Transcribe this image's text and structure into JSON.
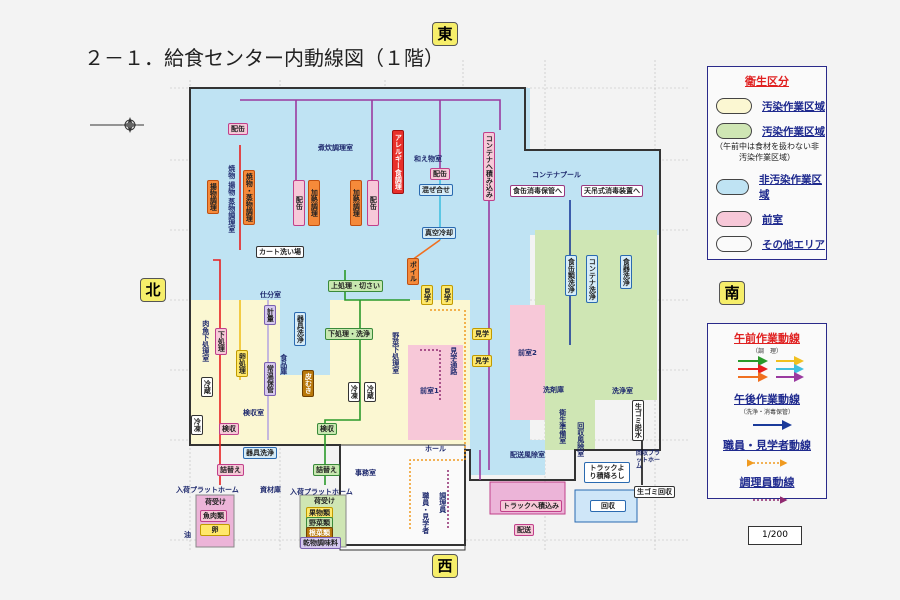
{
  "title": "２－１．給食センター内動線図（１階）",
  "directions": {
    "east": "東",
    "north": "北",
    "south": "南",
    "west": "西"
  },
  "scale": "1/200",
  "legend_zones": {
    "title": "衛生区分",
    "items": [
      {
        "label": "汚染作業区域",
        "color": "#fbf7d2"
      },
      {
        "label": "汚染作業区域",
        "color": "#cfe6b4",
        "note": "（午前中は食材を扱わない非汚染作業区域）"
      },
      {
        "label": "非汚染作業区域",
        "color": "#bfe3f3"
      },
      {
        "label": "前室",
        "color": "#f7c8d8"
      },
      {
        "label": "その他エリア",
        "color": "#fafafa"
      }
    ]
  },
  "legend_flows": {
    "am_title": "午前作業動線",
    "am_sub": "（調　理）",
    "am_colors": [
      "#2a9a2a",
      "#f0c020",
      "#e82020",
      "#40c0e0",
      "#f07020",
      "#9a3aa0"
    ],
    "pm_title": "午後作業動線",
    "pm_sub": "（洗浄・消毒保管）",
    "pm_color": "#1a3a9a",
    "staff_title": "職員・見学者動線",
    "staff_color": "#f09a20",
    "cook_title": "調理員動線",
    "cook_color": "#902a70"
  },
  "rooms": {
    "haikan1": "配缶",
    "nitaki": "煮炊調理室",
    "allergy": "アレルギー食調理",
    "aemono": "和え物室",
    "haikan2": "配缶",
    "mazeawase": "混ぜ合せ",
    "shinku": "真空冷却",
    "agemono": "揚物調理",
    "yakimono": "焼物・蒸物調理",
    "yakiroom": "焼物 揚物 蒸物調理室",
    "haikan3": "配缶",
    "kanetsu1": "加熱調理",
    "kanetsu2": "加熱調理",
    "haikan4": "配缶",
    "cart": "カート洗い場",
    "boil": "ボイル",
    "ueshori": "上処理・切さい",
    "kengaku1": "見学",
    "kengaku2": "見学",
    "shiwake": "仕分室",
    "keiryo": "計量",
    "kigu1": "器具洗浄",
    "shitashori": "下処理・洗浄",
    "nikusakana": "肉魚下処理室",
    "shita": "下処理",
    "tamago": "卵処理",
    "jouon": "常温保管",
    "shokuhin": "食品庫",
    "yasai": "野菜下処理室",
    "kawamuki": "皮むき",
    "reito1": "冷凍",
    "reizo1": "冷蔵",
    "reizo2": "冷蔵",
    "reito2": "冷凍",
    "kenshu1": "検収",
    "kenshuroom": "検収室",
    "kenshu2": "検収",
    "zenshitsu1": "前室1",
    "tsuro": "見学通路",
    "kengaku3": "見学",
    "kengaku4": "見学",
    "hall": "ホール",
    "kigu2": "器具洗浄",
    "tsume1": "詰替え",
    "tsume2": "詰替え",
    "jimu": "事務室",
    "shizai": "資材庫",
    "platform1": "入荷プラットホーム",
    "platform2": "入荷プラットホーム",
    "niuke1": "荷受け",
    "gyoniku": "魚肉類",
    "tamago2": "卵",
    "niuke2": "荷受け",
    "kudamono": "果物類",
    "yasairui": "野菜類",
    "konsai": "根菜類",
    "kanbutsu": "乾物調味料",
    "staff": "職員・見学者",
    "chorin": "調理員",
    "abura": "油",
    "container_load": "コンテナへ積み込み",
    "container_pool": "コンテナプール",
    "shokkan_to": "食缶消毒保管へ",
    "tentsuri_to": "天吊式消毒装置へ",
    "shokkan_wash": "食缶類洗浄",
    "container_wash": "コンテナ洗浄",
    "shokki_wash": "食器洗浄",
    "zenshitsu2": "前室2",
    "senjo": "洗浄室",
    "senzai": "洗剤庫",
    "eisei": "衛生準備室",
    "kaishu_fu": "回収風除室",
    "namagomi": "生ゴミ脱水",
    "haiso_fu": "配送風除室",
    "truck_unload": "トラックより積降ろし",
    "kaishu_pf": "回収プラットホーム",
    "gomi_kaishu": "生ゴミ回収",
    "truck_load": "トラックへ積込み",
    "haiso": "配送",
    "kaishu": "回収"
  }
}
